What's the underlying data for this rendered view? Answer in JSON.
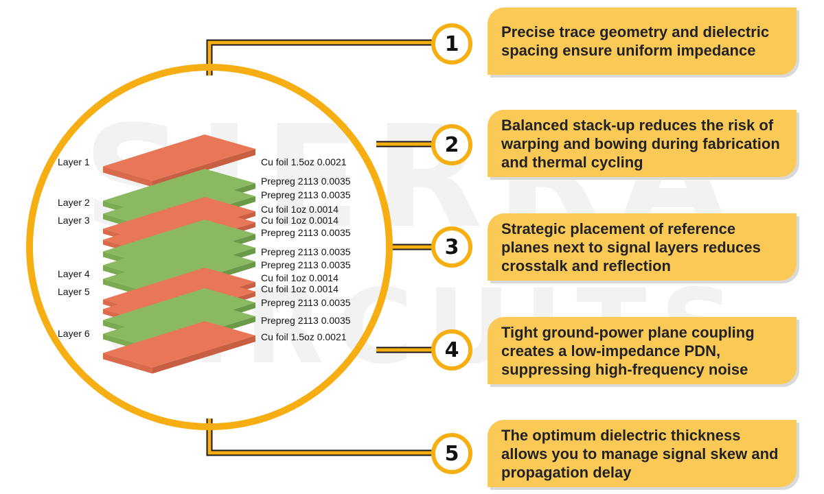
{
  "watermark": {
    "line1": "SIERRA",
    "line2": "CIRCUITS"
  },
  "colors": {
    "accent": "#f6ae13",
    "box_fill": "#fbc955",
    "copper": "#e87757",
    "prepreg": "#8ab961"
  },
  "layers": [
    {
      "label": "Layer 1"
    },
    {
      "label": "Layer 2"
    },
    {
      "label": "Layer 3"
    },
    {
      "label": "Layer 4"
    },
    {
      "label": "Layer 5"
    },
    {
      "label": "Layer 6"
    }
  ],
  "materials": [
    {
      "label": "Cu foil 1.5oz 0.0021",
      "type": "copper"
    },
    {
      "label": "Prepreg 2113 0.0035",
      "type": "prepreg"
    },
    {
      "label": "Prepreg 2113 0.0035",
      "type": "prepreg"
    },
    {
      "label": "Cu foil 1oz 0.0014",
      "type": "copper"
    },
    {
      "label": "Cu foil 1oz 0.0014",
      "type": "copper"
    },
    {
      "label": "Prepreg 2113 0.0035",
      "type": "prepreg"
    },
    {
      "label": "Prepreg 2113 0.0035",
      "type": "prepreg"
    },
    {
      "label": "Prepreg 2113 0.0035",
      "type": "prepreg"
    },
    {
      "label": "Cu foil 1oz 0.0014",
      "type": "copper"
    },
    {
      "label": "Cu foil 1oz 0.0014",
      "type": "copper"
    },
    {
      "label": "Prepreg 2113 0.0035",
      "type": "prepreg"
    },
    {
      "label": "Prepreg 2113 0.0035",
      "type": "prepreg"
    },
    {
      "label": "Cu foil 1.5oz 0.0021",
      "type": "copper"
    }
  ],
  "benefits": [
    {
      "number": "1",
      "text": "Precise trace geometry and dielectric spacing ensure uniform impedance"
    },
    {
      "number": "2",
      "text": "Balanced stack-up reduces the risk of warping and bowing during fabrication and thermal cycling"
    },
    {
      "number": "3",
      "text": "Strategic placement of reference planes next to signal layers reduces crosstalk and reflection"
    },
    {
      "number": "4",
      "text": "Tight ground-power plane coupling creates a low-impedance PDN, suppressing high-frequency noise"
    },
    {
      "number": "5",
      "text": "The optimum dielectric thickness allows you to manage signal skew and propagation delay"
    }
  ]
}
